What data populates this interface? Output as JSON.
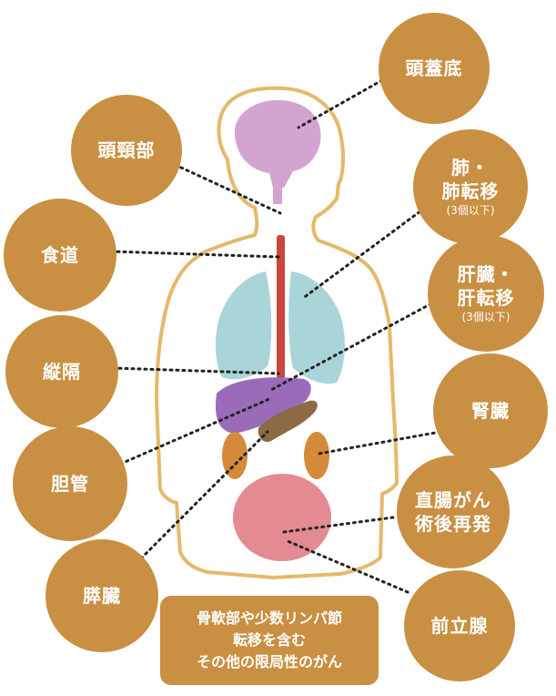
{
  "colors": {
    "label_circle": "#c98f42",
    "body_outline": "#e5b96b",
    "brain": "#d3a4cf",
    "lungs": "#a9d5d9",
    "esophagus": "#c9463d",
    "liver": "#9a6bb8",
    "pancreas": "#8b6a44",
    "kidneys": "#d58a3a",
    "bladder": "#e48a93"
  },
  "labels": {
    "skull_base": "頭蓋底",
    "head_neck": "頭頸部",
    "lung_line1": "肺・",
    "lung_line2": "肺転移",
    "lung_note": "(3個以下)",
    "esophagus": "食道",
    "liver_line1": "肝臓・",
    "liver_line2": "肝転移",
    "liver_note": "(3個以下)",
    "mediastinum": "縦隔",
    "kidney": "腎臓",
    "bile_duct": "胆管",
    "rectal_line1": "直腸がん",
    "rectal_line2": "術後再発",
    "pancreas": "膵臓",
    "prostate": "前立腺"
  },
  "bottom_box": {
    "line1": "骨軟部や少数リンパ節",
    "line2": "転移を含む",
    "line3": "その他の限局性のがん"
  }
}
